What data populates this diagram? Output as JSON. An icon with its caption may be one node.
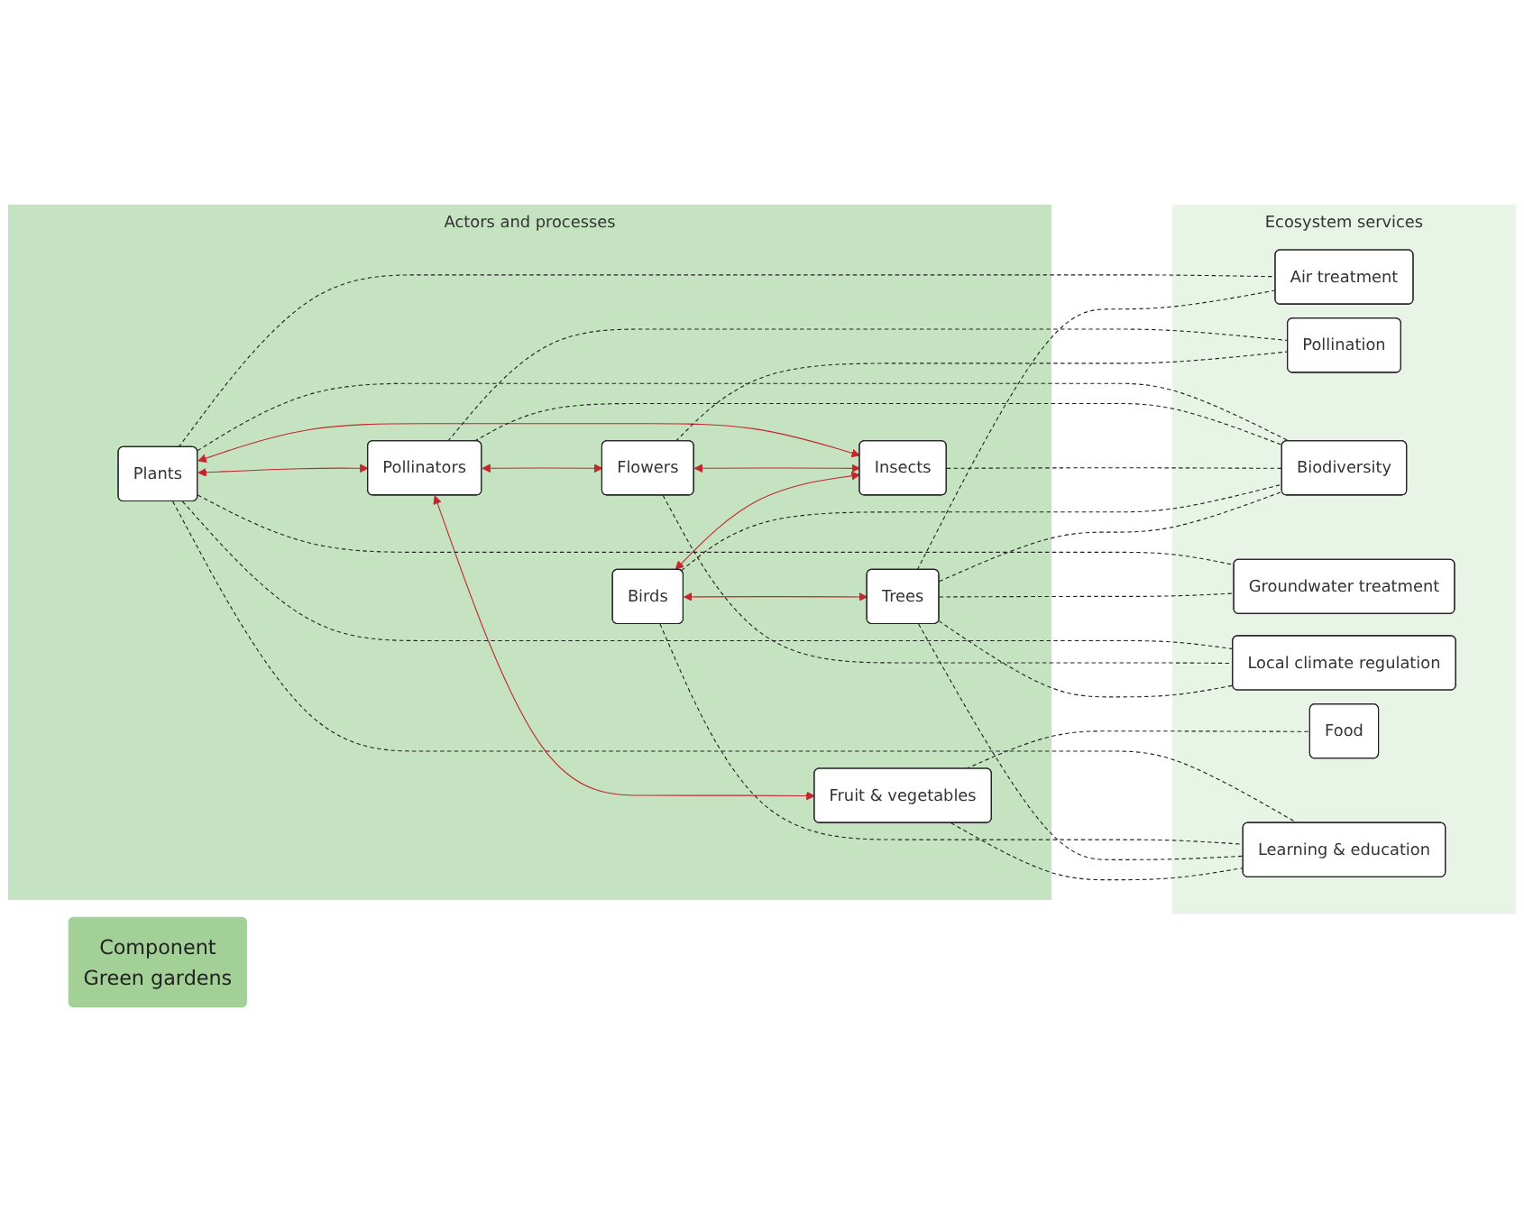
{
  "diagram": {
    "nodes": [
      {
        "text": [
          "Component",
          "Green gardens"
        ]
      },
      {
        "text": [
          "Actors and processes"
        ]
      },
      {
        "text": [
          "Plants"
        ],
        "in": 1
      },
      {
        "text": [
          "Pollinators"
        ],
        "in": 1
      },
      {
        "text": [
          "Flowers"
        ],
        "in": 1
      },
      {
        "text": [
          "Insects"
        ],
        "in": 1
      },
      {
        "text": [
          "Birds"
        ],
        "in": 1
      },
      {
        "text": [
          "Trees"
        ],
        "in": 1
      },
      {
        "text": [
          "Fruit & vegetables"
        ],
        "in": 1
      },
      {
        "text": [
          "Ecosystem services"
        ]
      },
      {
        "text": [
          "Air treatment"
        ],
        "in": 9
      },
      {
        "text": [
          "Pollination"
        ],
        "in": 9
      },
      {
        "text": [
          "Biodiversity"
        ],
        "in": 9
      },
      {
        "text": [
          "Groundwater treatment"
        ],
        "in": 9
      },
      {
        "text": [
          "Local climate regulation"
        ],
        "in": 9
      },
      {
        "text": [
          "Food"
        ],
        "in": 9
      },
      {
        "text": [
          "Learning & education"
        ],
        "in": 9
      }
    ],
    "edges": [
      {
        "from": 2,
        "to": 3,
        "arrow": "both",
        "color": "#c1272d"
      },
      {
        "from": 3,
        "to": 4,
        "arrow": "both",
        "color": "#c1272d"
      },
      {
        "from": 2,
        "to": 5,
        "arrow": "both",
        "color": "#c1272d"
      },
      {
        "from": 4,
        "to": 5,
        "arrow": "both",
        "color": "#c1272d"
      },
      {
        "from": 6,
        "to": 5,
        "arrow": "both",
        "color": "#c1272d"
      },
      {
        "from": 6,
        "to": 7,
        "arrow": "both",
        "color": "#c1272d"
      },
      {
        "from": 3,
        "to": 8,
        "arrow": "both",
        "color": "#c1272d"
      },
      {
        "from": 2,
        "to": 10,
        "arrow": "none",
        "style": "dashed"
      },
      {
        "from": 2,
        "to": 12,
        "arrow": "none",
        "style": "dashed"
      },
      {
        "from": 2,
        "to": 13,
        "arrow": "none",
        "style": "dashed"
      },
      {
        "from": 2,
        "to": 14,
        "arrow": "none",
        "style": "dashed"
      },
      {
        "from": 2,
        "to": 16,
        "arrow": "none",
        "style": "dashed"
      },
      {
        "from": 3,
        "to": 11,
        "arrow": "none",
        "style": "dashed"
      },
      {
        "from": 3,
        "to": 12,
        "arrow": "none",
        "style": "dashed"
      },
      {
        "from": 4,
        "to": 11,
        "arrow": "none",
        "style": "dashed"
      },
      {
        "from": 4,
        "to": 14,
        "arrow": "none",
        "style": "dashed"
      },
      {
        "from": 5,
        "to": 12,
        "arrow": "none",
        "style": "dashed"
      },
      {
        "from": 6,
        "to": 12,
        "arrow": "none",
        "style": "dashed"
      },
      {
        "from": 6,
        "to": 16,
        "arrow": "none",
        "style": "dashed"
      },
      {
        "from": 7,
        "to": 10,
        "arrow": "none",
        "style": "dashed"
      },
      {
        "from": 7,
        "to": 12,
        "arrow": "none",
        "style": "dashed"
      },
      {
        "from": 7,
        "to": 13,
        "arrow": "none",
        "style": "dashed"
      },
      {
        "from": 7,
        "to": 14,
        "arrow": "none",
        "style": "dashed"
      },
      {
        "from": 7,
        "to": 16,
        "arrow": "none",
        "style": "dashed"
      },
      {
        "from": 8,
        "to": 15,
        "arrow": "none",
        "style": "dashed"
      },
      {
        "from": 8,
        "to": 16,
        "arrow": "none",
        "style": "dashed"
      }
    ]
  }
}
